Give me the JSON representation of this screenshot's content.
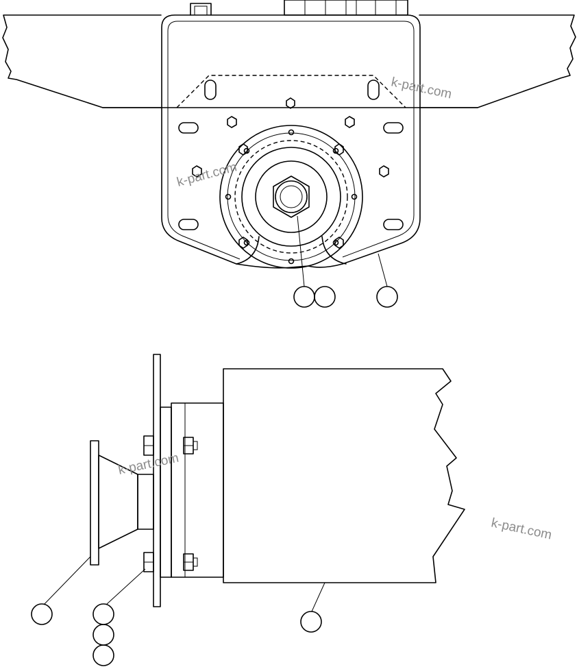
{
  "watermarks": {
    "w1": "k-part.com",
    "w2": "k-part.com",
    "w3": "k-part.com",
    "w4": "k-part.com"
  },
  "colors": {
    "line": "#000000",
    "watermark": "#8c8c8c",
    "background": "#ffffff"
  },
  "callouts": {
    "top_view": [
      "",
      "",
      ""
    ],
    "side_view": [
      "",
      "",
      "",
      "",
      ""
    ]
  }
}
